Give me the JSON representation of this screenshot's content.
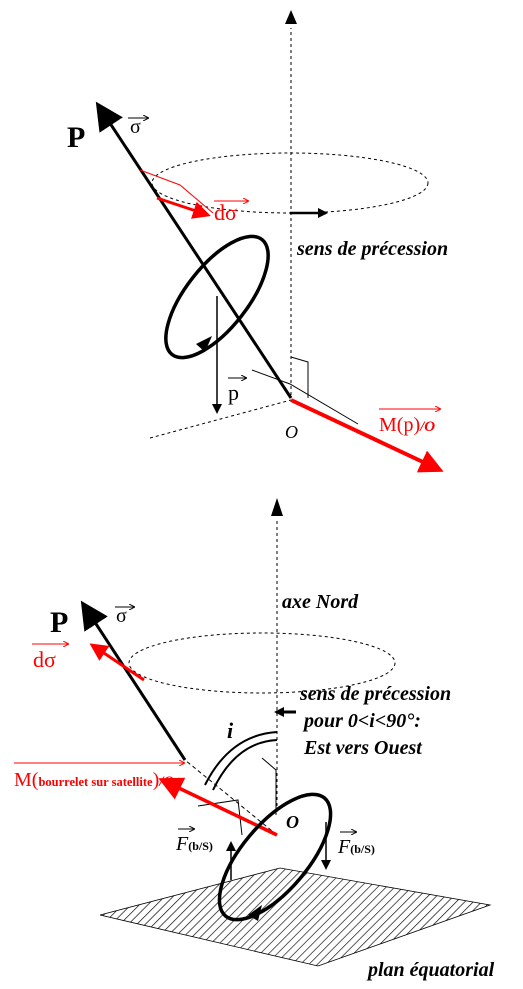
{
  "colors": {
    "black": "#000000",
    "red": "#ff0000"
  },
  "top": {
    "P": "P",
    "sigma": "σ",
    "dsigma": "dσ",
    "p": "p",
    "O": "O",
    "moment_M": "M(p)",
    "moment_sub": "/O",
    "precession": "sens de précession"
  },
  "bottom": {
    "P": "P",
    "sigma": "σ",
    "dsigma": "dσ",
    "axe_nord": "axe Nord",
    "angle_i": "i",
    "O": "O",
    "prec_line1": "sens de précession",
    "prec_line2": "pour 0<i<90°:",
    "prec_line3": "Est vers Ouest",
    "moment_M": "M(",
    "moment_inner": "bourrelet sur satellite",
    "moment_close": ")",
    "moment_sub": "/O",
    "force_F": "F",
    "force_sub": "(b/S)",
    "plan": "plan équatorial"
  }
}
